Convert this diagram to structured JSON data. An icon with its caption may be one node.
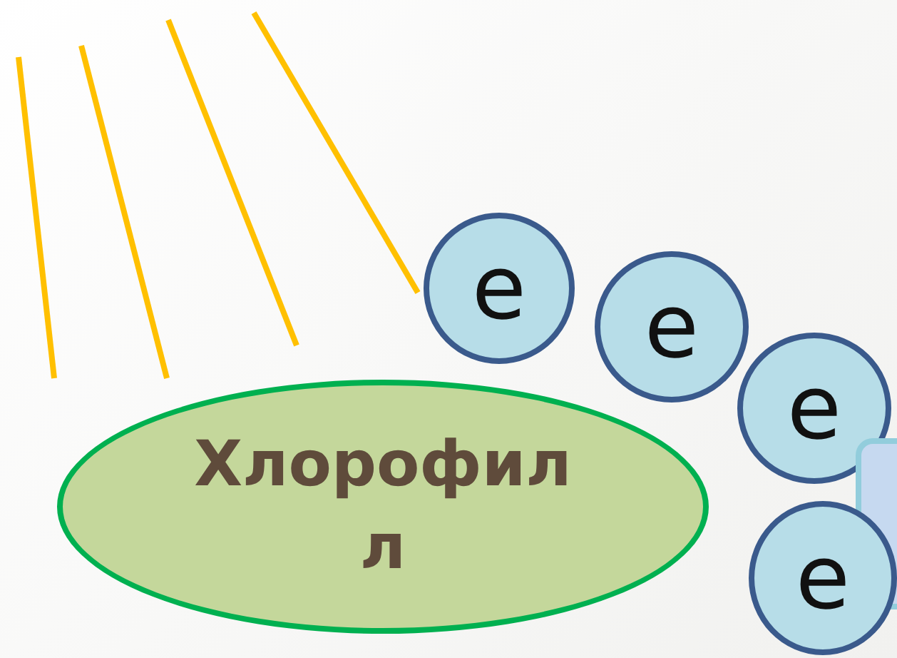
{
  "diagram": {
    "nodes": [
      {
        "text": [
          "Хлорофилл"
        ]
      },
      {
        "text": [
          "e"
        ]
      },
      {
        "text": [
          "e"
        ]
      },
      {
        "text": [
          "e"
        ]
      },
      {
        "text": [
          "e"
        ]
      },
      {
        "text": [],
        "shape": "box"
      }
    ]
  }
}
